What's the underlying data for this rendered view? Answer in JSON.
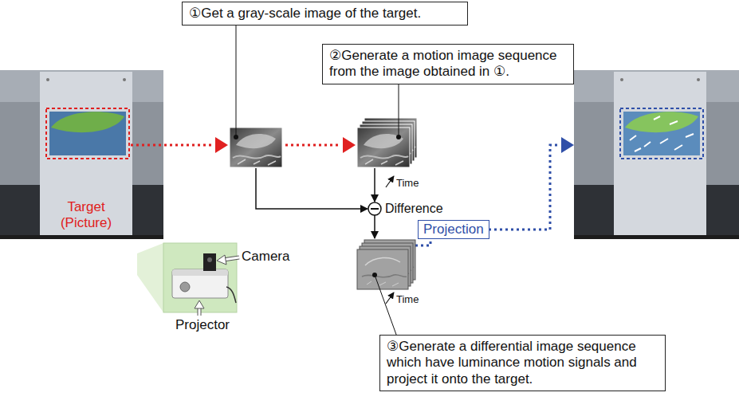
{
  "diagram": {
    "nodes": [
      {
        "text": [
          "①Get a gray-scale image of the target."
        ]
      },
      {
        "text": [
          "②Generate a motion image sequence from the image obtained in ①."
        ]
      },
      {
        "text": [
          "Projection"
        ]
      },
      {
        "text": [
          "③Generate a differential image sequence which have luminance motion signals and project it onto the target."
        ]
      }
    ],
    "labels": [
      "Target (Picture)",
      "Time",
      "Difference",
      "Time",
      "Camera",
      "Projector"
    ]
  }
}
